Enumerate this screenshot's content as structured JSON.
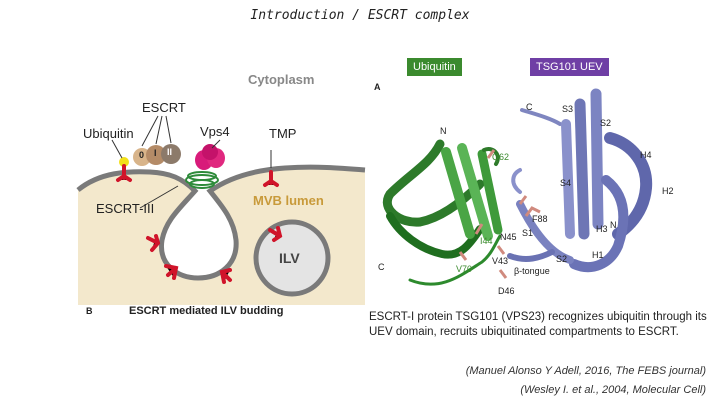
{
  "header": {
    "title": "Introduction / ESCRT complex"
  },
  "diagram": {
    "cytoplasm": "Cytoplasm",
    "escrt": "ESCRT",
    "ubiquitin": "Ubiquitin",
    "vps4": "Vps4",
    "tmp": "TMP",
    "escrt3": "ESCRT-III",
    "mvb_lumen": "MVB lumen",
    "ilv": "ILV",
    "sub0": "0",
    "sub1": "I",
    "sub2": "II",
    "panel_label": "B",
    "caption": "ESCRT mediated ILV budding"
  },
  "structure": {
    "panel_label": "A",
    "badge_ubiquitin": "Ubiquitin",
    "badge_tsg": "TSG101 UEV",
    "labels": {
      "n1": "N",
      "c1": "C",
      "q62": "Q62",
      "i44": "I44",
      "v70": "V70",
      "n45": "N45",
      "v43": "V43",
      "d46": "D46",
      "s1": "S1",
      "s2b": "S2",
      "btongue": "β-tongue",
      "f88": "F88",
      "h3": "H3",
      "h1": "H1",
      "n2": "N",
      "h2": "H2",
      "h4": "H4",
      "s4": "S4",
      "s3": "S3",
      "s2a": "S2",
      "c2": "C"
    },
    "colors": {
      "ubiquitin": "#3b8a2e",
      "tsg": "#6f3fa5"
    }
  },
  "description": "ESCRT-I protein TSG101 (VPS23) recognizes ubiquitin through its UEV domain, recruits ubiquitinated compartments to ESCRT.",
  "references": [
    "(Manuel Alonso Y Adell, 2016, The FEBS journal)",
    "(Wesley I. et al., 2004, Molecular Cell)"
  ]
}
